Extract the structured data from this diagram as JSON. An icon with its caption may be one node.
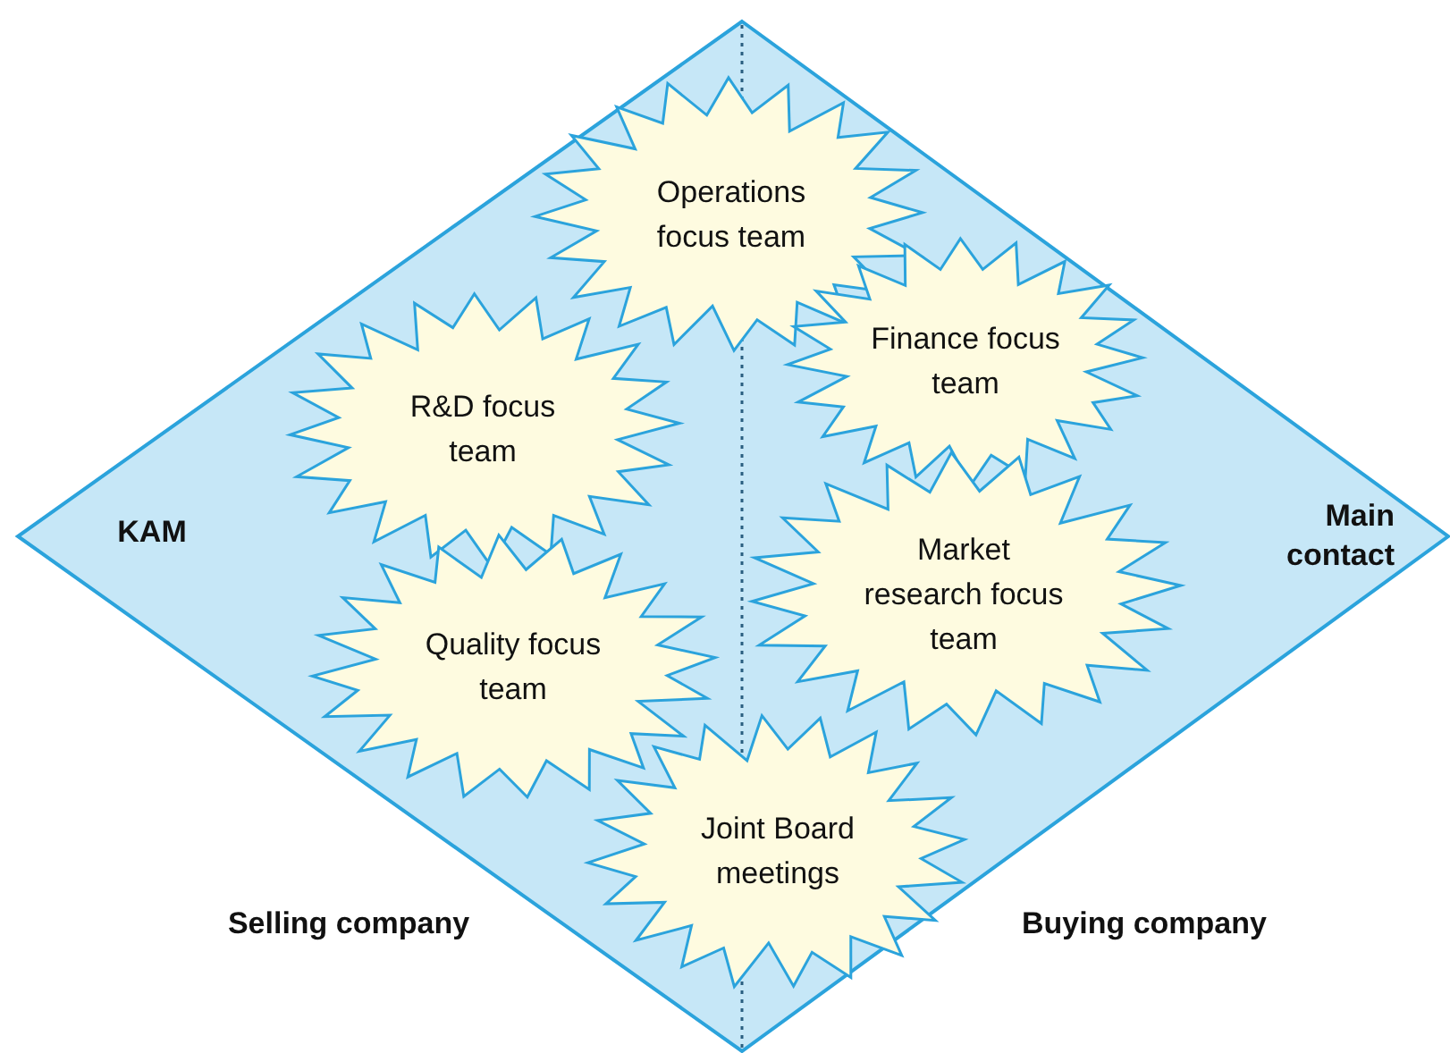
{
  "diagram": {
    "nodes": [
      {
        "text": [
          "KAM",
          "Main contact",
          "Selling company",
          "Buying company"
        ]
      },
      {
        "text": [
          "Operations focus team"
        ],
        "in": 0
      },
      {
        "text": [
          "Finance focus team"
        ],
        "in": 0
      },
      {
        "text": [
          "R&D focus team"
        ],
        "in": 0
      },
      {
        "text": [
          "Market research focus team"
        ],
        "in": 0
      },
      {
        "text": [
          "Quality focus team"
        ],
        "in": 0
      },
      {
        "text": [
          "Joint Board meetings"
        ],
        "in": 0
      }
    ],
    "edges": []
  }
}
